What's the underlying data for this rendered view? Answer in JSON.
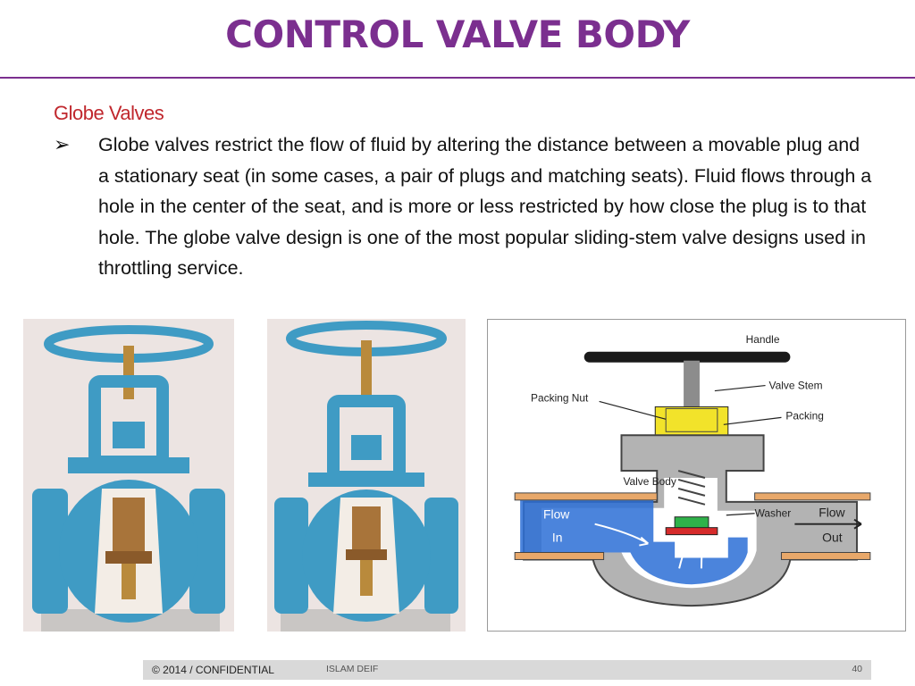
{
  "slide": {
    "title": "CONTROL VALVE BODY",
    "subtitle": "Globe Valves",
    "bullet_symbol": "➢",
    "bullet_text": "Globe valves restrict the flow of fluid by altering the distance between a movable plug and a stationary seat (in some cases, a pair of plugs and matching seats). Fluid flows through a hole in the center of the seat, and is more or less restricted by how close the plug is to that hole. The globe valve design is one of the most popular sliding-stem valve designs used in throttling service."
  },
  "diagram": {
    "labels": {
      "handle": "Handle",
      "valve_stem": "Valve Stem",
      "packing_nut": "Packing Nut",
      "packing": "Packing",
      "valve_body": "Valve Body",
      "washer": "Washer",
      "flow_in_1": "Flow",
      "flow_in_2": "In",
      "flow_out_1": "Flow",
      "flow_out_2": "Out"
    }
  },
  "footer": {
    "copyright": "© 2014 / CONFIDENTIAL",
    "author": "ISLAM DEIF",
    "page_number": "40"
  },
  "colors": {
    "title": "#7b2f8f",
    "subtitle": "#c0272d",
    "valve_blue": "#3f9bc4",
    "fluid_blue": "#2c6fd6",
    "body_gray": "#b3b3b3",
    "packing_yellow": "#f2e32a"
  }
}
